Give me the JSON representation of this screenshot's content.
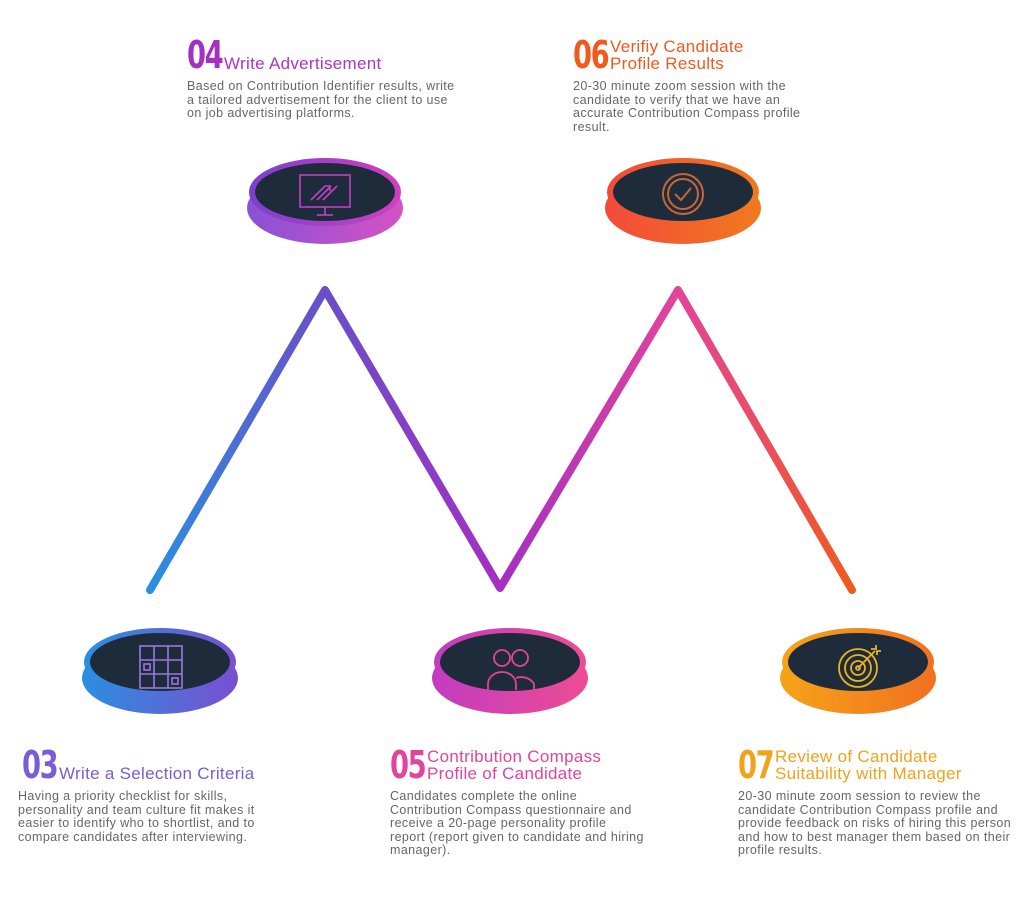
{
  "colors": {
    "s03": "#7a5cd8",
    "s04": "#a52fc2",
    "s05": "#e2449c",
    "s06": "#f05a1e",
    "s07": "#f2a21c",
    "disc_face": "#1d2b3a"
  },
  "steps": [
    {
      "num": "03",
      "title": "Write a Selection Criteria",
      "desc": "Having a priority checklist for skills, personality and team culture fit makes it easier to identify who to shortlist, and to compare candidates after interviewing.",
      "icon": "grid-checklist-icon"
    },
    {
      "num": "04",
      "title": "Write Advertisement",
      "desc": "Based on Contribution Identifier results, write a tailored advertisement for the client to use on job advertising platforms.",
      "icon": "monitor-growth-icon"
    },
    {
      "num": "05",
      "title": "Contribution Compass Profile of Candidate",
      "desc": "Candidates complete the online Contribution Compass questionnaire and receive a 20-page personality profile report (report given to candidate and hiring manager).",
      "icon": "users-icon"
    },
    {
      "num": "06",
      "title": "Verifiy Candidate Profile Results",
      "desc": "20-30 minute zoom session with the candidate to verify that we have an accurate Contribution Compass profile result.",
      "icon": "check-circle-icon"
    },
    {
      "num": "07",
      "title": "Review of Candidate Suitability with Manager",
      "desc": "20-30 minute zoom session to review the candidate Contribution Compass profile and provide feedback on risks of hiring this person and how to best manager them based on their profile results.",
      "icon": "target-icon"
    }
  ]
}
